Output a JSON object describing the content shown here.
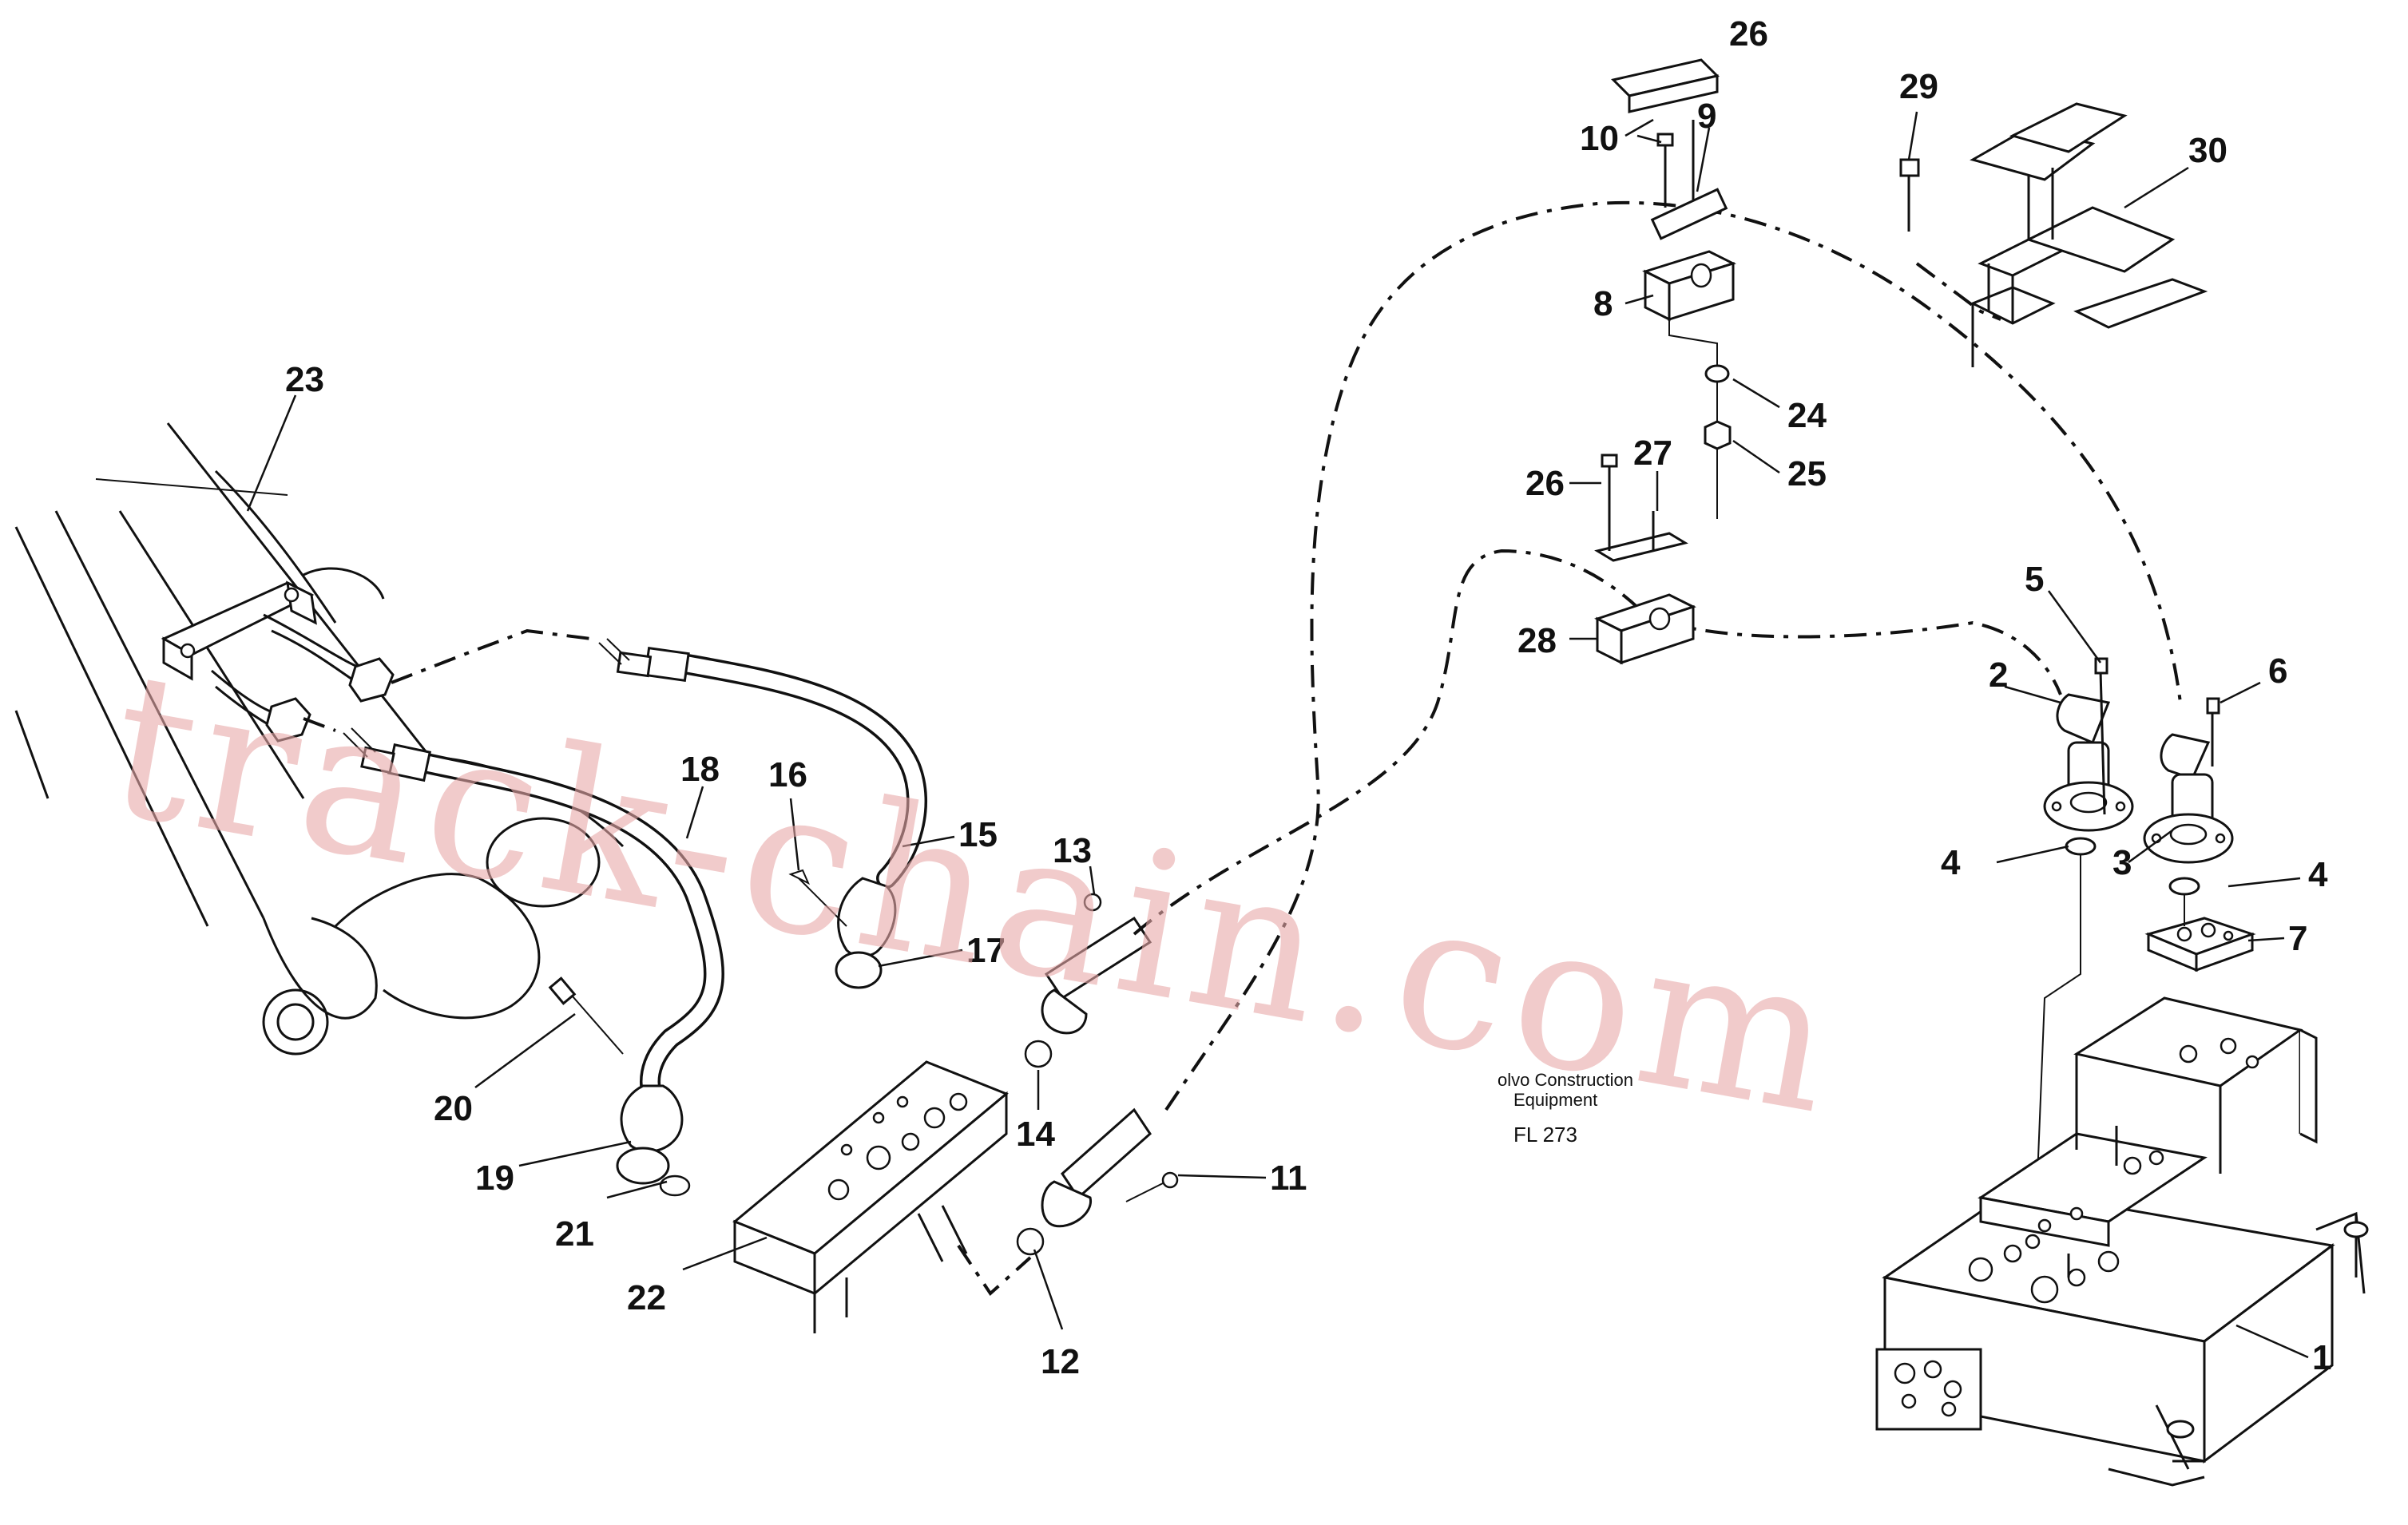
{
  "callouts": [
    {
      "id": "1",
      "text": "1"
    },
    {
      "id": "2",
      "text": "2"
    },
    {
      "id": "3",
      "text": "3"
    },
    {
      "id": "4a",
      "text": "4"
    },
    {
      "id": "4b",
      "text": "4"
    },
    {
      "id": "5",
      "text": "5"
    },
    {
      "id": "6",
      "text": "6"
    },
    {
      "id": "7",
      "text": "7"
    },
    {
      "id": "8",
      "text": "8"
    },
    {
      "id": "9",
      "text": "9"
    },
    {
      "id": "10",
      "text": "10"
    },
    {
      "id": "11",
      "text": "11"
    },
    {
      "id": "12",
      "text": "12"
    },
    {
      "id": "13",
      "text": "13"
    },
    {
      "id": "14",
      "text": "14"
    },
    {
      "id": "15",
      "text": "15"
    },
    {
      "id": "16",
      "text": "16"
    },
    {
      "id": "17",
      "text": "17"
    },
    {
      "id": "18",
      "text": "18"
    },
    {
      "id": "19",
      "text": "19"
    },
    {
      "id": "20",
      "text": "20"
    },
    {
      "id": "21",
      "text": "21"
    },
    {
      "id": "22",
      "text": "22"
    },
    {
      "id": "23",
      "text": "23"
    },
    {
      "id": "24",
      "text": "24"
    },
    {
      "id": "25",
      "text": "25"
    },
    {
      "id": "26a",
      "text": "26"
    },
    {
      "id": "26b",
      "text": "26"
    },
    {
      "id": "27",
      "text": "27"
    },
    {
      "id": "28",
      "text": "28"
    },
    {
      "id": "29",
      "text": "29"
    },
    {
      "id": "30",
      "text": "30"
    }
  ],
  "caption": {
    "line1": "olvo Construction",
    "line2": "Equipment",
    "code": "FL 273"
  },
  "watermark": "track-chain.com",
  "colors": {
    "line": "#111111",
    "watermark": "#e8a8a8",
    "background": "#ffffff"
  }
}
